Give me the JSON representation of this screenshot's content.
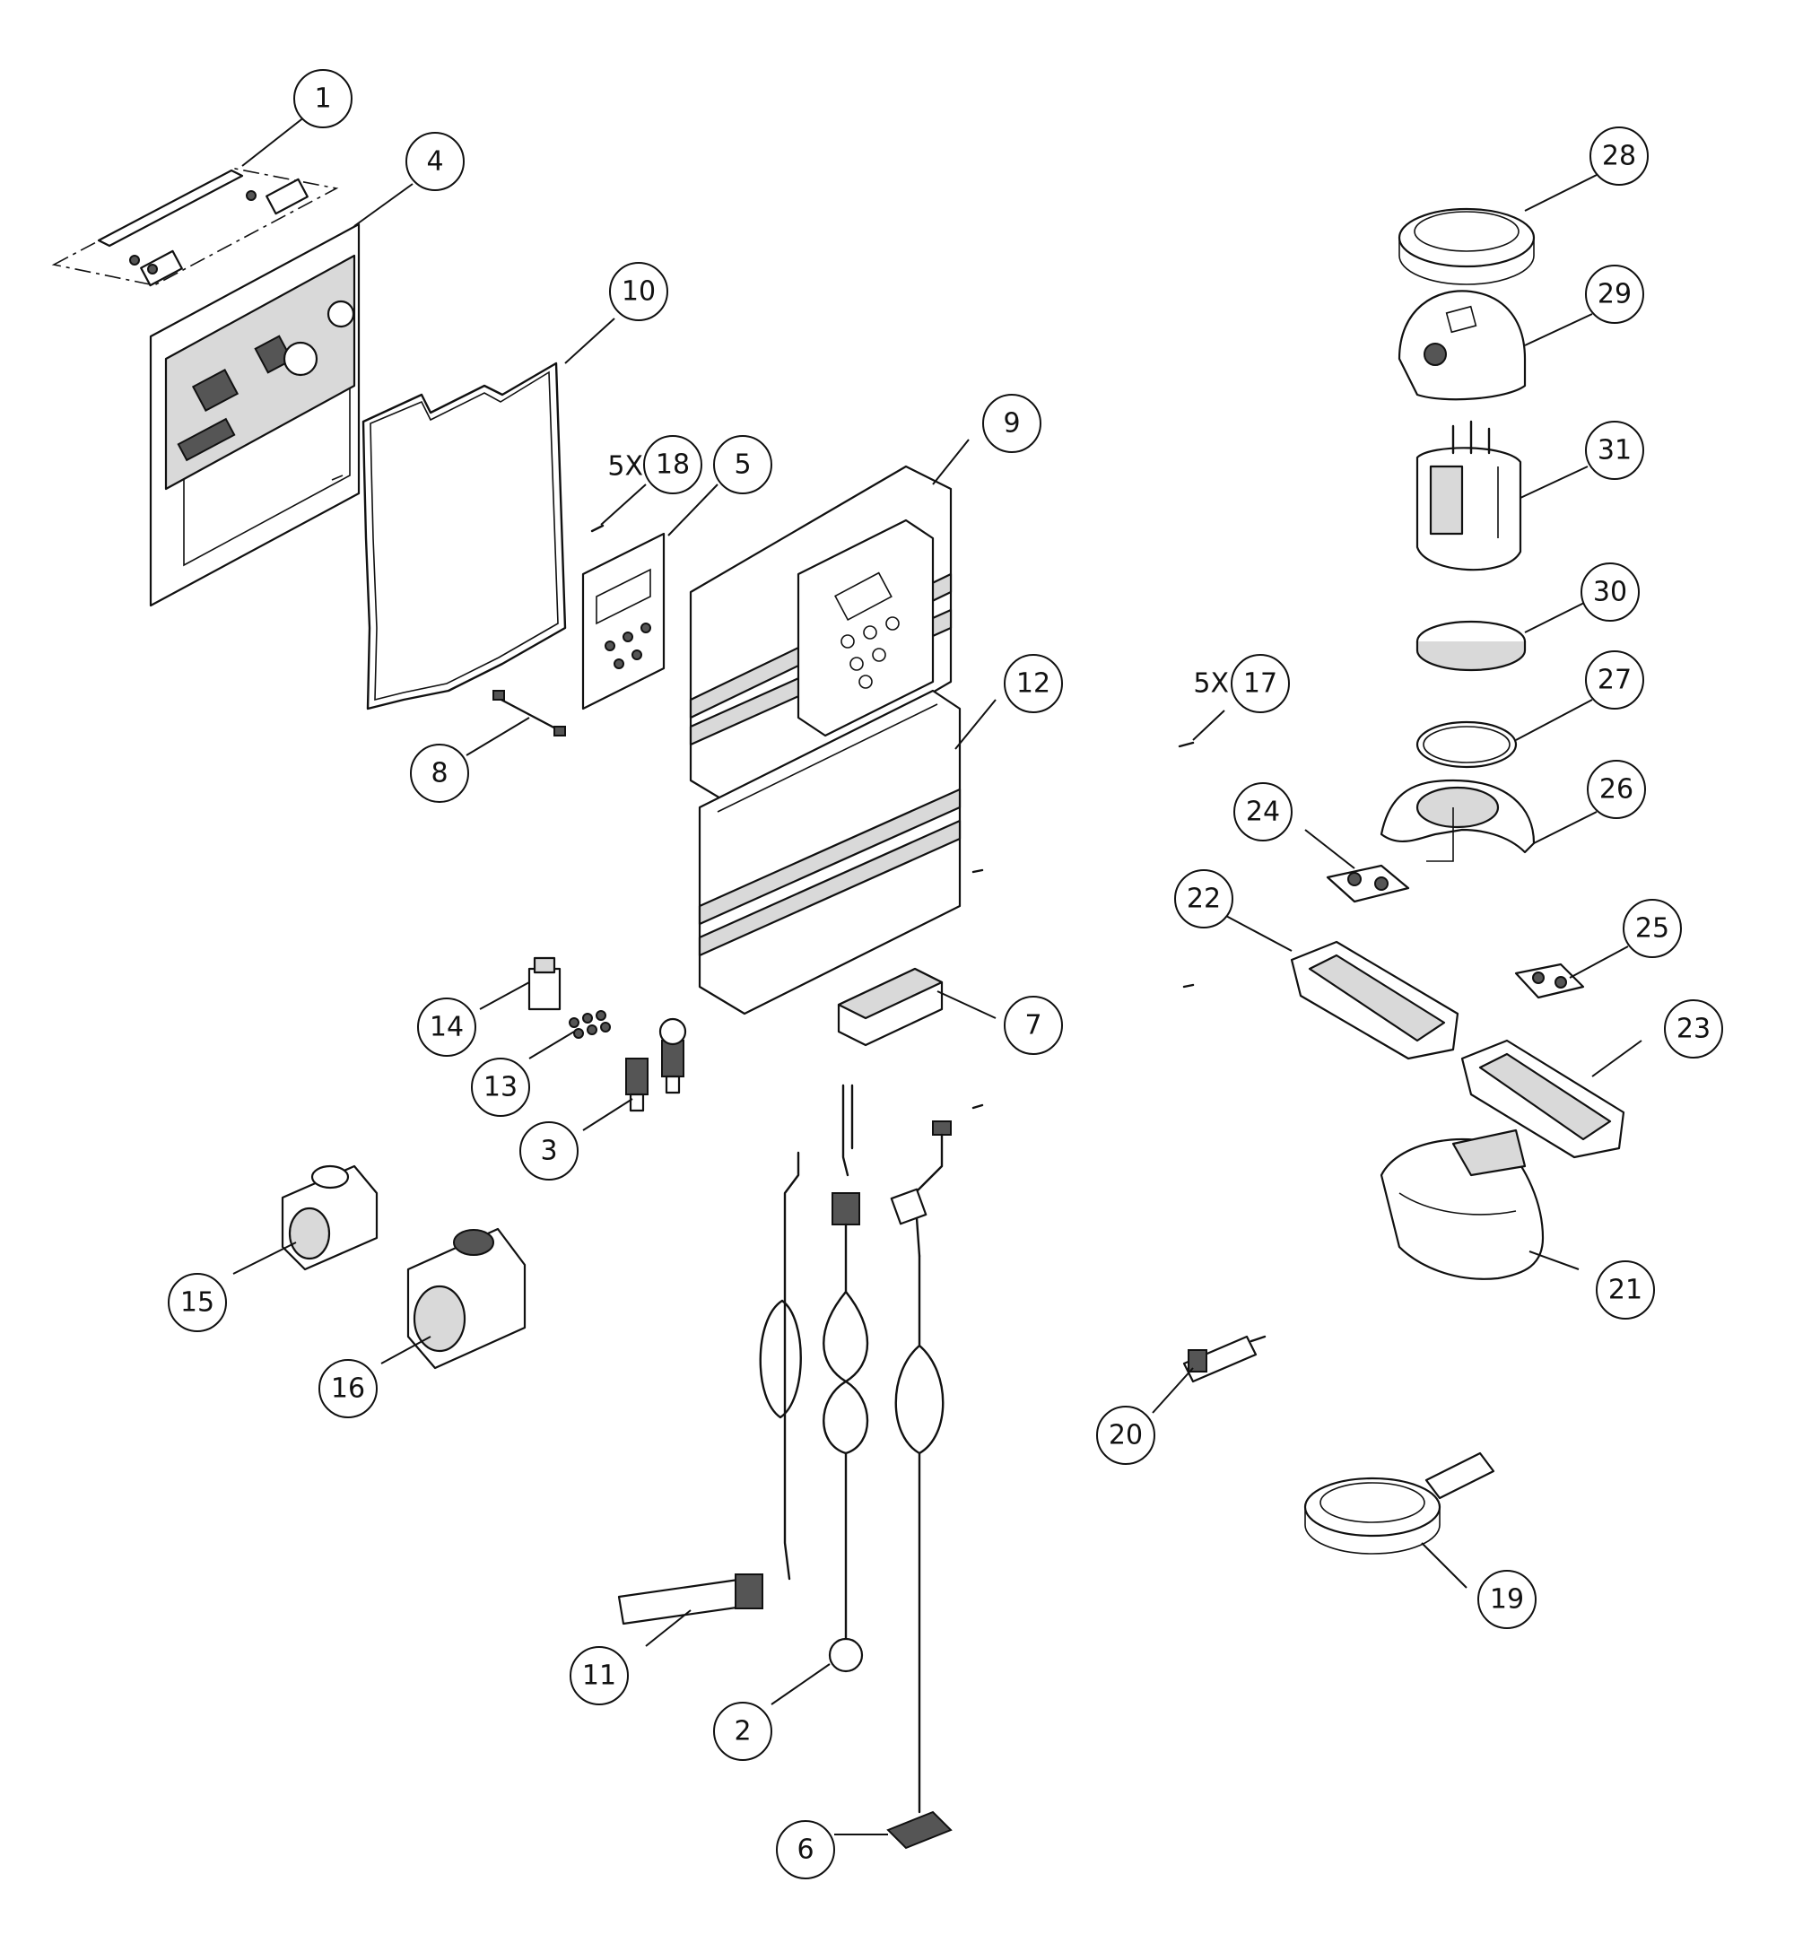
{
  "balloons": [
    {
      "id": "1",
      "label": "1"
    },
    {
      "id": "2",
      "label": "2"
    },
    {
      "id": "3",
      "label": "3"
    },
    {
      "id": "4",
      "label": "4"
    },
    {
      "id": "5",
      "label": "5"
    },
    {
      "id": "6",
      "label": "6"
    },
    {
      "id": "7",
      "label": "7"
    },
    {
      "id": "8",
      "label": "8"
    },
    {
      "id": "9",
      "label": "9"
    },
    {
      "id": "10",
      "label": "10"
    },
    {
      "id": "11",
      "label": "11"
    },
    {
      "id": "12",
      "label": "12"
    },
    {
      "id": "13",
      "label": "13"
    },
    {
      "id": "14",
      "label": "14"
    },
    {
      "id": "15",
      "label": "15"
    },
    {
      "id": "16",
      "label": "16"
    },
    {
      "id": "17",
      "label": "17",
      "qty": "5X"
    },
    {
      "id": "18",
      "label": "18",
      "qty": "5X"
    },
    {
      "id": "19",
      "label": "19"
    },
    {
      "id": "20",
      "label": "20"
    },
    {
      "id": "21",
      "label": "21"
    },
    {
      "id": "22",
      "label": "22"
    },
    {
      "id": "23",
      "label": "23"
    },
    {
      "id": "24",
      "label": "24"
    },
    {
      "id": "25",
      "label": "25"
    },
    {
      "id": "26",
      "label": "26"
    },
    {
      "id": "27",
      "label": "27"
    },
    {
      "id": "28",
      "label": "28"
    },
    {
      "id": "29",
      "label": "29"
    },
    {
      "id": "30",
      "label": "30"
    },
    {
      "id": "31",
      "label": "31"
    }
  ]
}
